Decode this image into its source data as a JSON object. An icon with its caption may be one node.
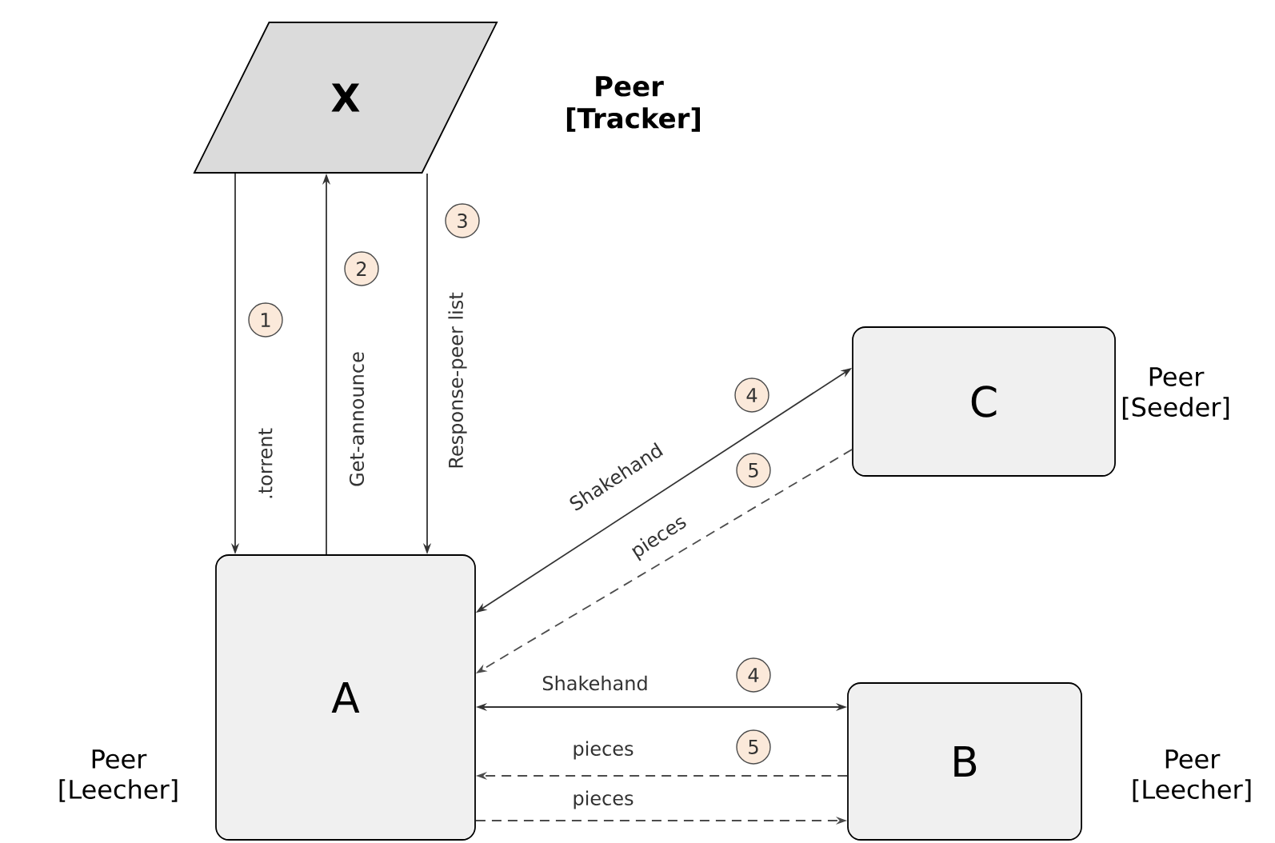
{
  "diagram": {
    "nodes": [
      {
        "text": [
          "X"
        ],
        "beside": [
          "Peer [Tracker]"
        ]
      },
      {
        "text": [
          "A"
        ],
        "beside": [
          "Peer [Leecher]"
        ]
      },
      {
        "text": [
          "C"
        ],
        "beside": [
          "Peer [Seeder]"
        ]
      },
      {
        "text": [
          "B"
        ],
        "beside": [
          "Peer [Leecher]"
        ]
      }
    ],
    "edges": [
      {
        "from": 0,
        "to": 1,
        "arrow": "to",
        "label": ".torrent"
      },
      {
        "from": 1,
        "to": 0,
        "arrow": "to",
        "label": "Get-announce"
      },
      {
        "from": 0,
        "to": 1,
        "arrow": "to",
        "label": "Response-peer list"
      },
      {
        "from": 1,
        "to": 2,
        "arrow": "both",
        "label": "Shakehand"
      },
      {
        "from": 2,
        "to": 1,
        "arrow": "to",
        "label": "pieces",
        "style": "dashed"
      },
      {
        "from": 1,
        "to": 3,
        "arrow": "both",
        "label": "Shakehand"
      },
      {
        "from": 3,
        "to": 1,
        "arrow": "to",
        "label": "pieces",
        "style": "dashed"
      },
      {
        "from": 1,
        "to": 3,
        "arrow": "to",
        "label": "pieces",
        "style": "dashed"
      }
    ],
    "labels": [
      "1",
      "2",
      "3",
      "4",
      "5",
      "4",
      "5"
    ]
  }
}
